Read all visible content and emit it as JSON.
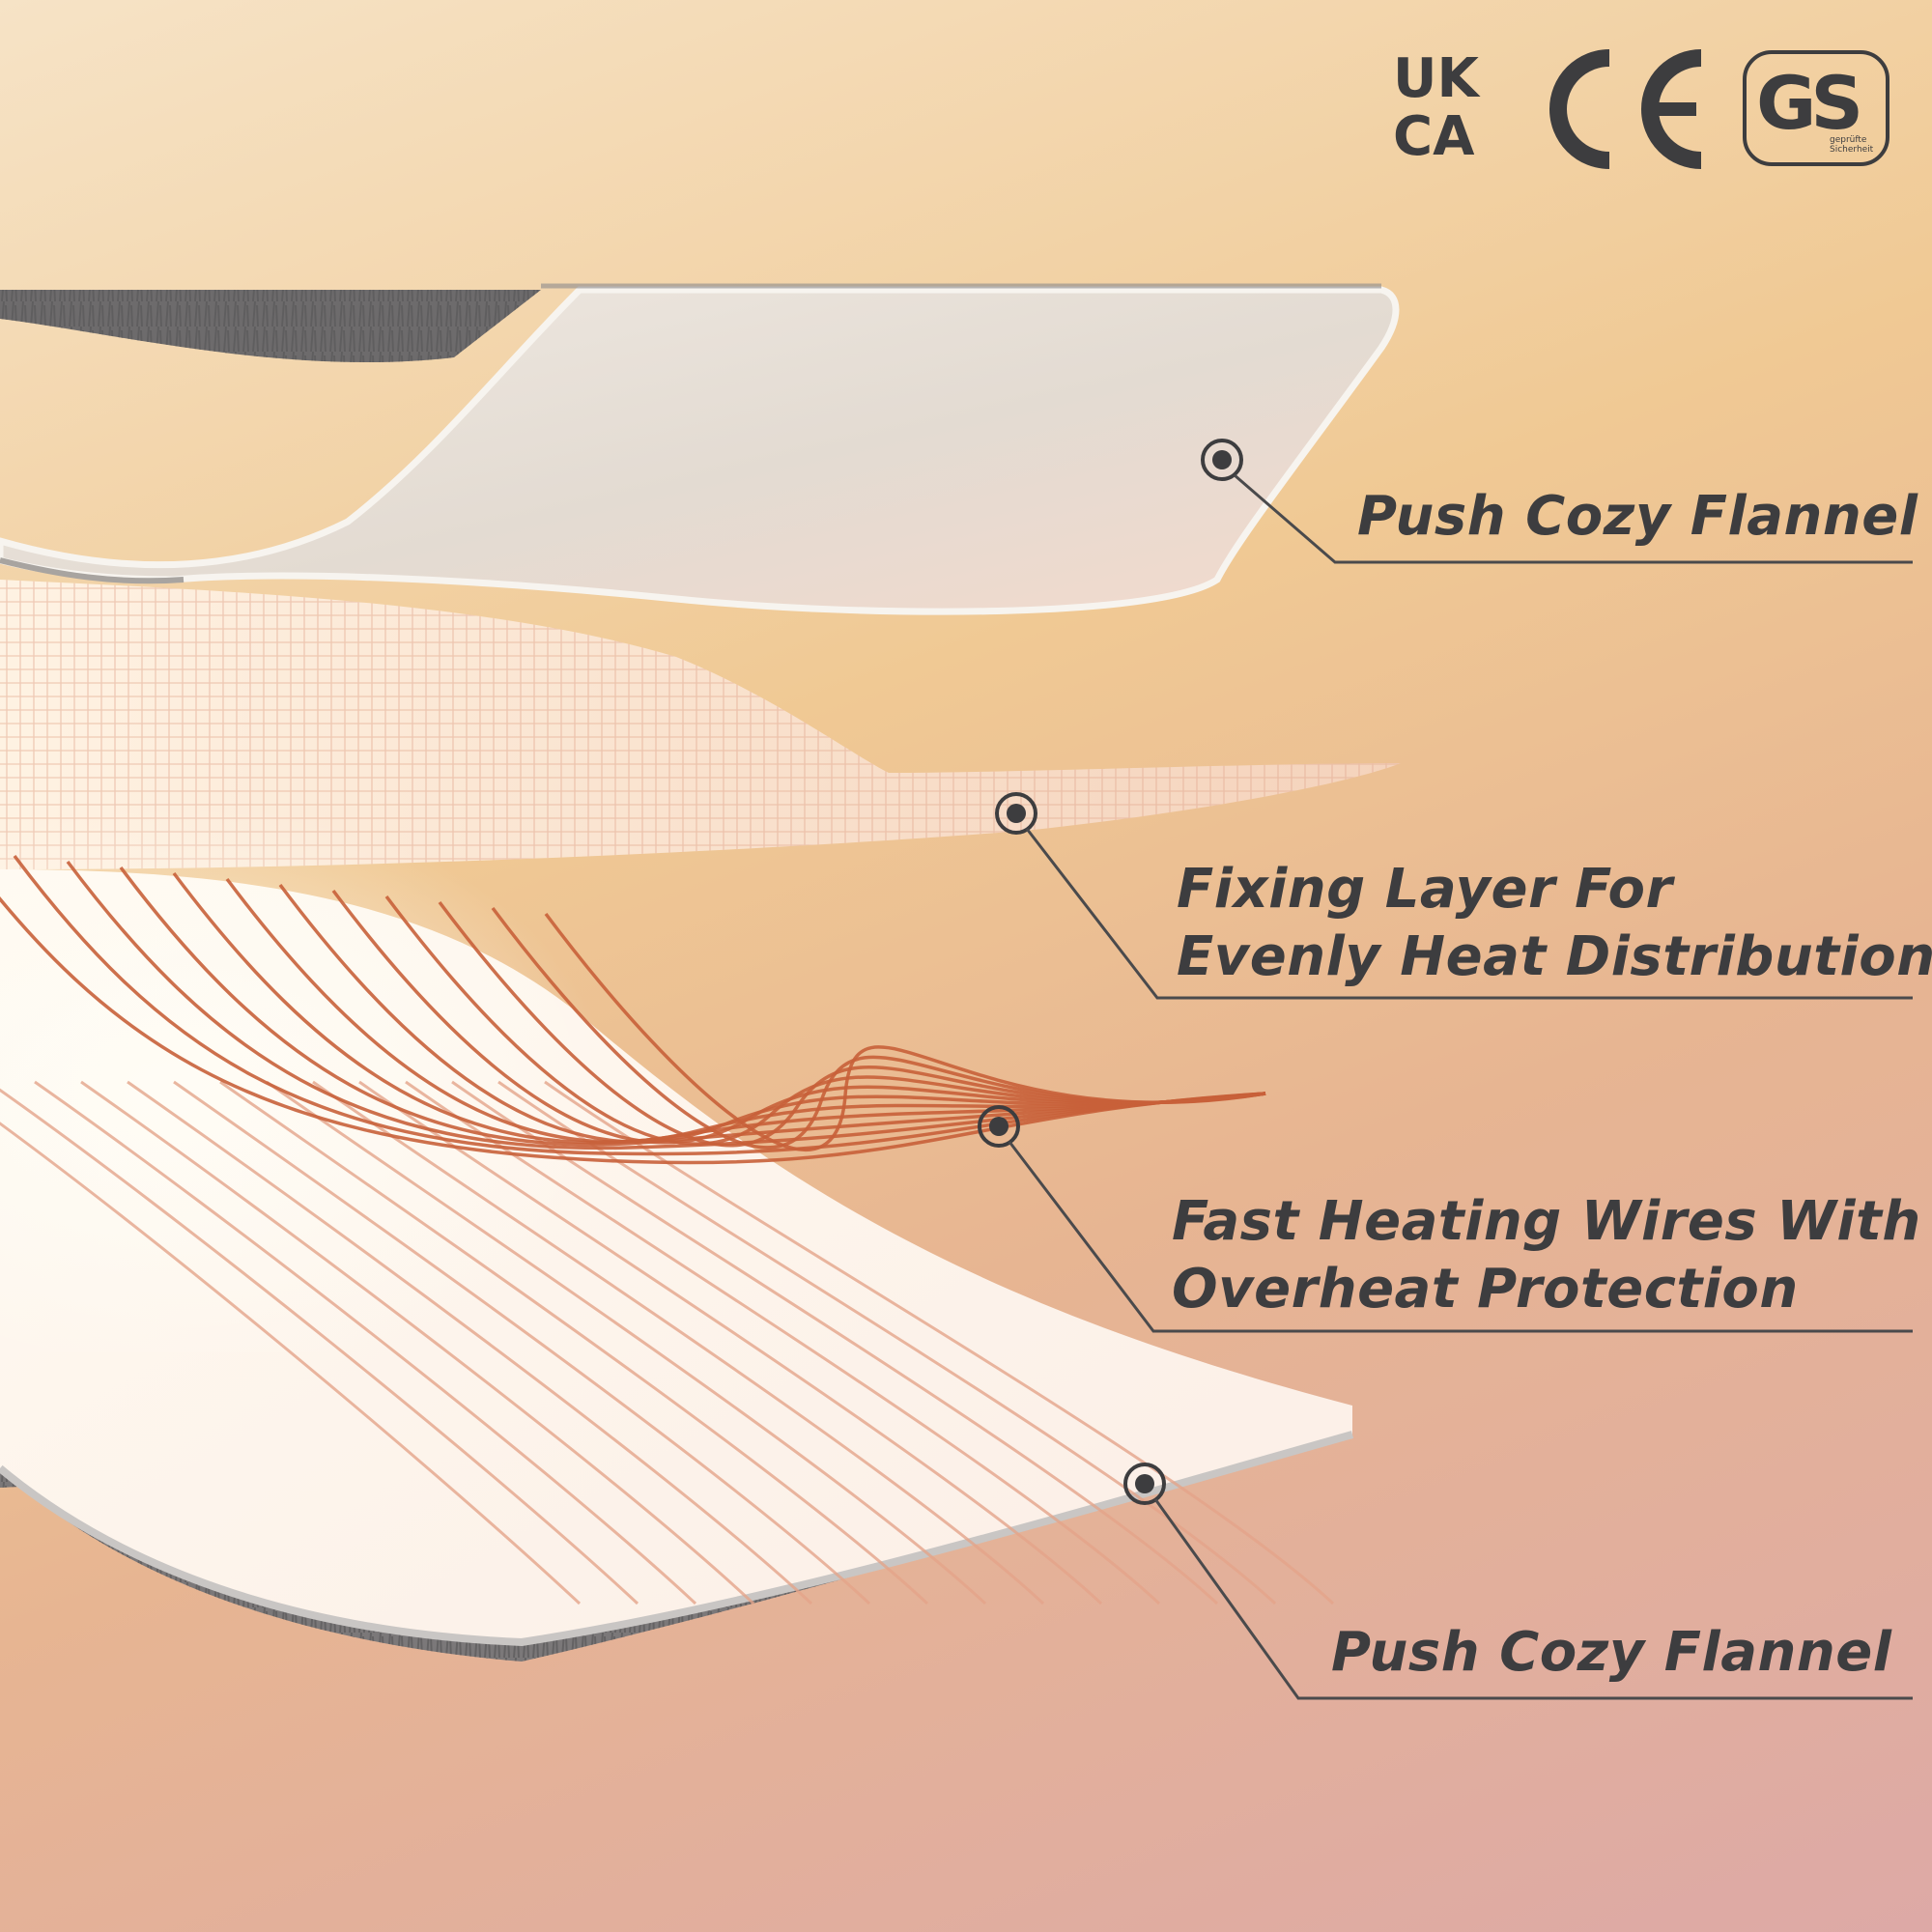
{
  "certifications": [
    {
      "name": "ukca-mark",
      "lines": [
        "UK",
        "CA"
      ]
    },
    {
      "name": "ce-mark",
      "text": "CE"
    },
    {
      "name": "gs-mark",
      "text": "GS",
      "subtext": [
        "geprüfte",
        "Sicherheit"
      ]
    }
  ],
  "layers": [
    {
      "name": "top-flannel",
      "lines": [
        "Push Cozy Flannel"
      ]
    },
    {
      "name": "fixing-layer",
      "lines": [
        "Fixing Layer For",
        "Evenly Heat Distribution"
      ]
    },
    {
      "name": "heating-wires",
      "lines": [
        "Fast Heating Wires With",
        "Overheat Protection"
      ]
    },
    {
      "name": "bottom-flannel",
      "lines": [
        "Push Cozy Flannel"
      ]
    }
  ],
  "colors": {
    "label_text": "#3d3d3f",
    "callout_line": "#4a4a4c",
    "copper_wire": "#c8613a",
    "fur": "#6d6b6c"
  }
}
